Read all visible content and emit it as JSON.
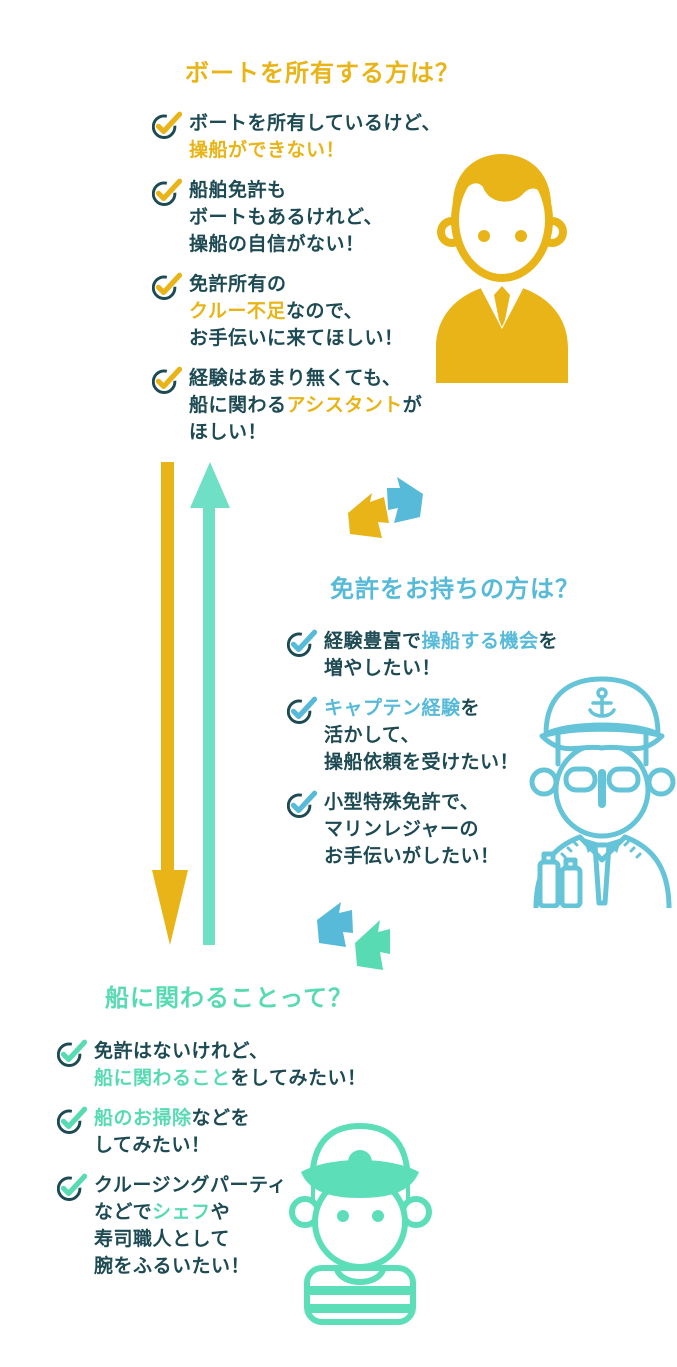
{
  "palette": {
    "yellow": "#E8B417",
    "navy": "#1D4A53",
    "blue": "#56BAD8",
    "mint": "#58DAB3",
    "arrow_teal": "#6FDFC6",
    "captain_blue": "#66C4D9",
    "sailor_mint": "#5CDFB9"
  },
  "icons": {
    "check": "check-circle-icon",
    "megaphone": "megaphone-icon",
    "down_arrow": "down-arrow-icon",
    "up_arrow": "up-arrow-icon",
    "illustrations": [
      "boat-owner-man",
      "boat-captain",
      "sailor"
    ]
  },
  "sections": [
    {
      "title": "ボートを所有する方は？",
      "title_color": "yellow",
      "accent": "yellow",
      "illustration": "boat-owner-man",
      "items": [
        {
          "lines": [
            [
              {
                "t": "ボートを所有しているけど、",
                "c": "navy"
              }
            ],
            [
              {
                "t": "操船ができない！",
                "c": "yellow"
              }
            ]
          ]
        },
        {
          "lines": [
            [
              {
                "t": "船舶免許も",
                "c": "navy"
              }
            ],
            [
              {
                "t": "ボートもあるけれど、",
                "c": "navy"
              }
            ],
            [
              {
                "t": "操船の自信がない！",
                "c": "navy"
              }
            ]
          ]
        },
        {
          "lines": [
            [
              {
                "t": "免許所有の",
                "c": "navy"
              }
            ],
            [
              {
                "t": "クルー不足",
                "c": "yellow"
              },
              {
                "t": "なので、",
                "c": "navy"
              }
            ],
            [
              {
                "t": "お手伝いに来てほしい！",
                "c": "navy"
              }
            ]
          ]
        },
        {
          "lines": [
            [
              {
                "t": "経験はあまり無くても、",
                "c": "navy"
              }
            ],
            [
              {
                "t": "船に関わる",
                "c": "navy"
              },
              {
                "t": "アシスタント",
                "c": "yellow"
              },
              {
                "t": "が",
                "c": "navy"
              }
            ],
            [
              {
                "t": "ほしい！",
                "c": "navy"
              }
            ]
          ]
        }
      ]
    },
    {
      "title": "免許をお持ちの方は？",
      "title_color": "blue",
      "accent": "blue",
      "illustration": "boat-captain",
      "items": [
        {
          "lines": [
            [
              {
                "t": "経験豊富で",
                "c": "navy"
              },
              {
                "t": "操船する機会",
                "c": "blue"
              },
              {
                "t": "を",
                "c": "navy"
              }
            ],
            [
              {
                "t": "増やしたい！",
                "c": "navy"
              }
            ]
          ]
        },
        {
          "lines": [
            [
              {
                "t": "キャプテン経験",
                "c": "blue"
              },
              {
                "t": "を",
                "c": "navy"
              }
            ],
            [
              {
                "t": "活かして、",
                "c": "navy"
              }
            ],
            [
              {
                "t": "操船依頼を受けたい！",
                "c": "navy"
              }
            ]
          ]
        },
        {
          "lines": [
            [
              {
                "t": "小型特殊免許で、",
                "c": "navy"
              }
            ],
            [
              {
                "t": "マリンレジャーの",
                "c": "navy"
              }
            ],
            [
              {
                "t": "お手伝いがしたい！",
                "c": "navy"
              }
            ]
          ]
        }
      ]
    },
    {
      "title": "船に関わることって？",
      "title_color": "mint",
      "accent": "mint",
      "illustration": "sailor",
      "items": [
        {
          "lines": [
            [
              {
                "t": "免許はないけれど、",
                "c": "navy"
              }
            ],
            [
              {
                "t": "船に関わること",
                "c": "mint"
              },
              {
                "t": "をしてみたい！",
                "c": "navy"
              }
            ]
          ]
        },
        {
          "lines": [
            [
              {
                "t": "船のお掃除",
                "c": "mint"
              },
              {
                "t": "などを",
                "c": "navy"
              }
            ],
            [
              {
                "t": "してみたい！",
                "c": "navy"
              }
            ]
          ]
        },
        {
          "lines": [
            [
              {
                "t": "クルージングパーティ",
                "c": "navy"
              }
            ],
            [
              {
                "t": "などで",
                "c": "navy"
              },
              {
                "t": "シェフ",
                "c": "mint"
              },
              {
                "t": "や",
                "c": "navy"
              }
            ],
            [
              {
                "t": "寿司職人として",
                "c": "navy"
              }
            ],
            [
              {
                "t": "腕をふるいたい！",
                "c": "navy"
              }
            ]
          ]
        }
      ]
    }
  ]
}
